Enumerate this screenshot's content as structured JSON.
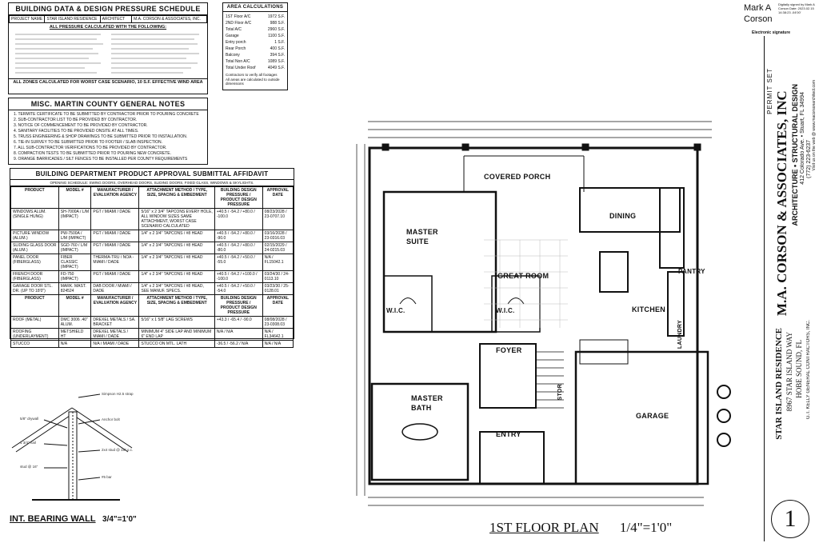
{
  "bd_table": {
    "title": "BUILDING DATA & DESIGN PRESSURE SCHEDULE",
    "project_label": "PROJECT NAME",
    "project_value": "STAR ISLAND RESIDENCE",
    "architect_label": "ARCHITECT",
    "architect_value": "M.A. CORSON & ASSOCIATES, INC.",
    "all_pressure": "ALL PRESSURE CALCULATED WITH THE FOLLOWING:",
    "footer": "ALL ZONES CALCULATED FOR WORST CASE SCENARIO, 10 S.F. EFFECTIVE WIND AREA"
  },
  "area_calc": {
    "title": "AREA CALCULATIONS",
    "rows": [
      {
        "label": "1ST Floor A/C",
        "value": "1972 S.F."
      },
      {
        "label": "2ND Floor A/C",
        "value": "988 S.F."
      },
      {
        "label": "Total A/C",
        "value": "2960 S.F."
      },
      {
        "label": "Garage",
        "value": "1100 S.F."
      },
      {
        "label": "Entry porch",
        "value": "1 S.F."
      },
      {
        "label": "Rear Porch",
        "value": "400 S.F."
      },
      {
        "label": "Balcony",
        "value": "394 S.F."
      },
      {
        "label": "Total Non A/C",
        "value": "1089 S.F."
      },
      {
        "label": "Total Under Roof",
        "value": "4049 S.F."
      }
    ],
    "note1": "Contractors to verify all footages",
    "note2": "All areas are calculated to outside dimensions"
  },
  "signature": {
    "name_line1": "Mark A",
    "name_line2": "Corson",
    "digital": "Digitally signed by Mark A Corson Date: 2023.02.15 14:38:23 -04'00'",
    "caption": "Electronic signature"
  },
  "general_notes": {
    "title": "MISC. MARTIN COUNTY GENERAL NOTES",
    "items": [
      "1. TERMITE CERTIFICATE TO BE SUBMITTED BY CONTRACTOR PRIOR TO POURING CONCRETE",
      "2. SUB-CONTRACTOR LIST TO BE PROVIDED BY CONTRACTOR.",
      "3. NOTICE OF COMMENCEMENT TO BE PROVIDED BY CONTRACTOR.",
      "4. SANITARY FACILITIES TO BE PROVIDED ONSITE AT ALL TIMES.",
      "5. TRUSS ENGINEERING & SHOP DRAWINGS TO BE SUBMITTED PRIOR TO INSTALLATION.",
      "6. TIE-IN SURVEY TO BE SUBMITTED PRIOR TO FOOTER / SLAB INSPECTION.",
      "7. ALL SUB-CONTRACTOR VERIFICATIONS TO BE PROVIDED BY CONTRACTOR.",
      "8. COMPACTION TESTS TO BE SUBMITTED PRIOR TO POURING NEW CONCRETE.",
      "9. ORANGE BARRICADES / SILT FENCES TO BE INSTALLED PER COUNTY REQUIREMENTS"
    ]
  },
  "affidavit": {
    "title": "BUILDING DEPARTMENT PRODUCT APPROVAL SUBMITTAL AFFIDAVIT",
    "subtitle": "OPENING SCHEDULE: SWING DOORS, OVERHEAD DOORS, SLIDING DOORS, FIXED GLASS, WINDOWS & SKYLIGHTS.",
    "head": [
      "PRODUCT",
      "MODEL #",
      "MANUFACTURER / EVALUATION AGENCY",
      "ATTACHMENT METHOD / TYPE, SIZE, SPACING & EMBEDMENT",
      "BUILDING DESIGN PRESSURE / PRODUCT DESIGN PRESSURE",
      "APPROVAL DATE"
    ],
    "rows": [
      [
        "WINDOWS ALUM. (SINGLE HUNG)",
        "SH-7000A / L/M (IMPACT)",
        "PGT / MIAMI / DADE",
        "5/16\" x 2 3/4\" TAPCONS EVERY HOLE, ALL WINDOW SIZES SAME ATTACHMENT, WORST CASE SCENARIO CALCULATED",
        "+40.5 / -54.2 / +80.0 / -100.0",
        "08/23/2028 / 23-0707.10"
      ],
      [
        "PICTURE WINDOW (ALUM.)",
        "PW-7500A / L/M (IMPACT)",
        "PGT / MIAMI / DADE",
        "1/4\" x 2 3/4\" TAPCONS / #8 HEAD",
        "+40.5 / -54.2 / +80.0 / -90.0",
        "03/16/2028 / 23-0316.03"
      ],
      [
        "SLIDING GLASS DOOR (ALUM.)",
        "SGD-760 / L/M (IMPACT)",
        "PGT / MIAMI / DADE",
        "1/4\" x 2 3/4\" TAPCONS / #8 HEAD",
        "+40.5 / -54.2 / +80.0 / -80.0",
        "02/15/2029 / 24-0215.03"
      ],
      [
        "PANEL DOOR (FIBERGLASS)",
        "FIBER CLASSIC (IMPACT)",
        "THERMA-TRU / NOA - MIAMI / DADE",
        "1/4\" x 2 3/4\" TAPCONS / #8 HEAD",
        "+40.5 / -54.2 / +50.0 / -55.0",
        "N/A / FL15042.1"
      ],
      [
        "FRENCH DOOR (FIBERGLASS)",
        "FD-750 (IMPACT)",
        "PGT / MIAMI / DADE",
        "1/4\" x 2 3/4\" TAPCONS / #8 HEAD",
        "+40.5 / -54.2 / +100.0 / -100.0",
        "03/24/30 / 24-0113.10"
      ],
      [
        "GARAGE DOOR STL. DR. (UP TO 18'0\")",
        "MARK. MAST. 824524",
        "DAB DOOR / MIAMI / DADE",
        "1/4\" x 2 3/4\" TAPCONS / #8 HEAD, SEE MANUF. SPECS.",
        "+40.5 / -54.2 / +50.0 / -54.0",
        "03/23/30 / 25-0128.01"
      ]
    ],
    "head2": [
      "PRODUCT",
      "MODEL #",
      "MANUFACTURER / EVALUATION AGENCY",
      "ATTACHMENT METHOD / TYPE, SIZE, SPACING & EMBEDMENT",
      "BUILDING DESIGN PRESSURE / PRODUCT DESIGN PRESSURE",
      "APPROVAL DATE"
    ],
    "rows2": [
      [
        "ROOF (METAL)",
        "DMC 3006 .40\" ALUM.",
        "DREXEL METALS / SA. BRACKET",
        "5/16\" x 1 5/8\" LAG SCREWS",
        "+43.3 / -65.4 / -90.0",
        "08/08/2028 / 23-0308.03"
      ],
      [
        "ROOFING (UNDERLAYMENT)",
        "METSHIELD HT",
        "DREXEL METALS / MIAMI / DADE",
        "MINIMUM 4\" SIDE LAP AND MINIMUM 6\" END LAP",
        "N/A / N/A",
        "N/A / FL34642.1"
      ],
      [
        "STUCCO",
        "N/A",
        "N/A / MIAMI / DADE",
        "STUCCO ON MTL. LATH",
        "-36.5 / -56.2 / N/A",
        "N/A / N/A"
      ]
    ]
  },
  "bearing_wall": {
    "title": "INT. BEARING WALL",
    "scale": "3/4\"=1'0\""
  },
  "plan": {
    "rooms": {
      "covered_porch": "COVERED PORCH",
      "master_suite_1": "MASTER",
      "master_suite_2": "SUITE",
      "great_room": "GREAT ROOM",
      "dining": "DINING",
      "pantry": "PANTRY",
      "kitchen": "KITCHEN",
      "laundry": "LAUNDRY",
      "wic1": "W.I.C.",
      "wic2": "W.I.C.",
      "foyer": "FOYER",
      "master_bath_1": "MASTER",
      "master_bath_2": "BATH",
      "entry": "ENTRY",
      "garage": "GARAGE",
      "stor": "STOR"
    },
    "title": "1ST FLOOR PLAN",
    "scale": "1/4\"=1'0\""
  },
  "title_block": {
    "permit": "PERMIT SET",
    "firm": "M.A. CORSON & ASSOCIATES, INC",
    "discipline": "ARCHITECTURE • STRUCTURAL DESIGN",
    "address": "412 Colorado Ave. • Stuart, FL 34994",
    "phone": "(772) 223-6237",
    "web": "Visit us on the web @ www.macorsonarchitect.com",
    "project": "STAR ISLAND RESIDENCE",
    "project_addr": "8967 STAR ISLAND WAY",
    "project_city": "HOBE SOUND, FL",
    "contractor": "G.T. KELLY GENERAL CONTRACTORS, INC.",
    "sheet": "1"
  }
}
